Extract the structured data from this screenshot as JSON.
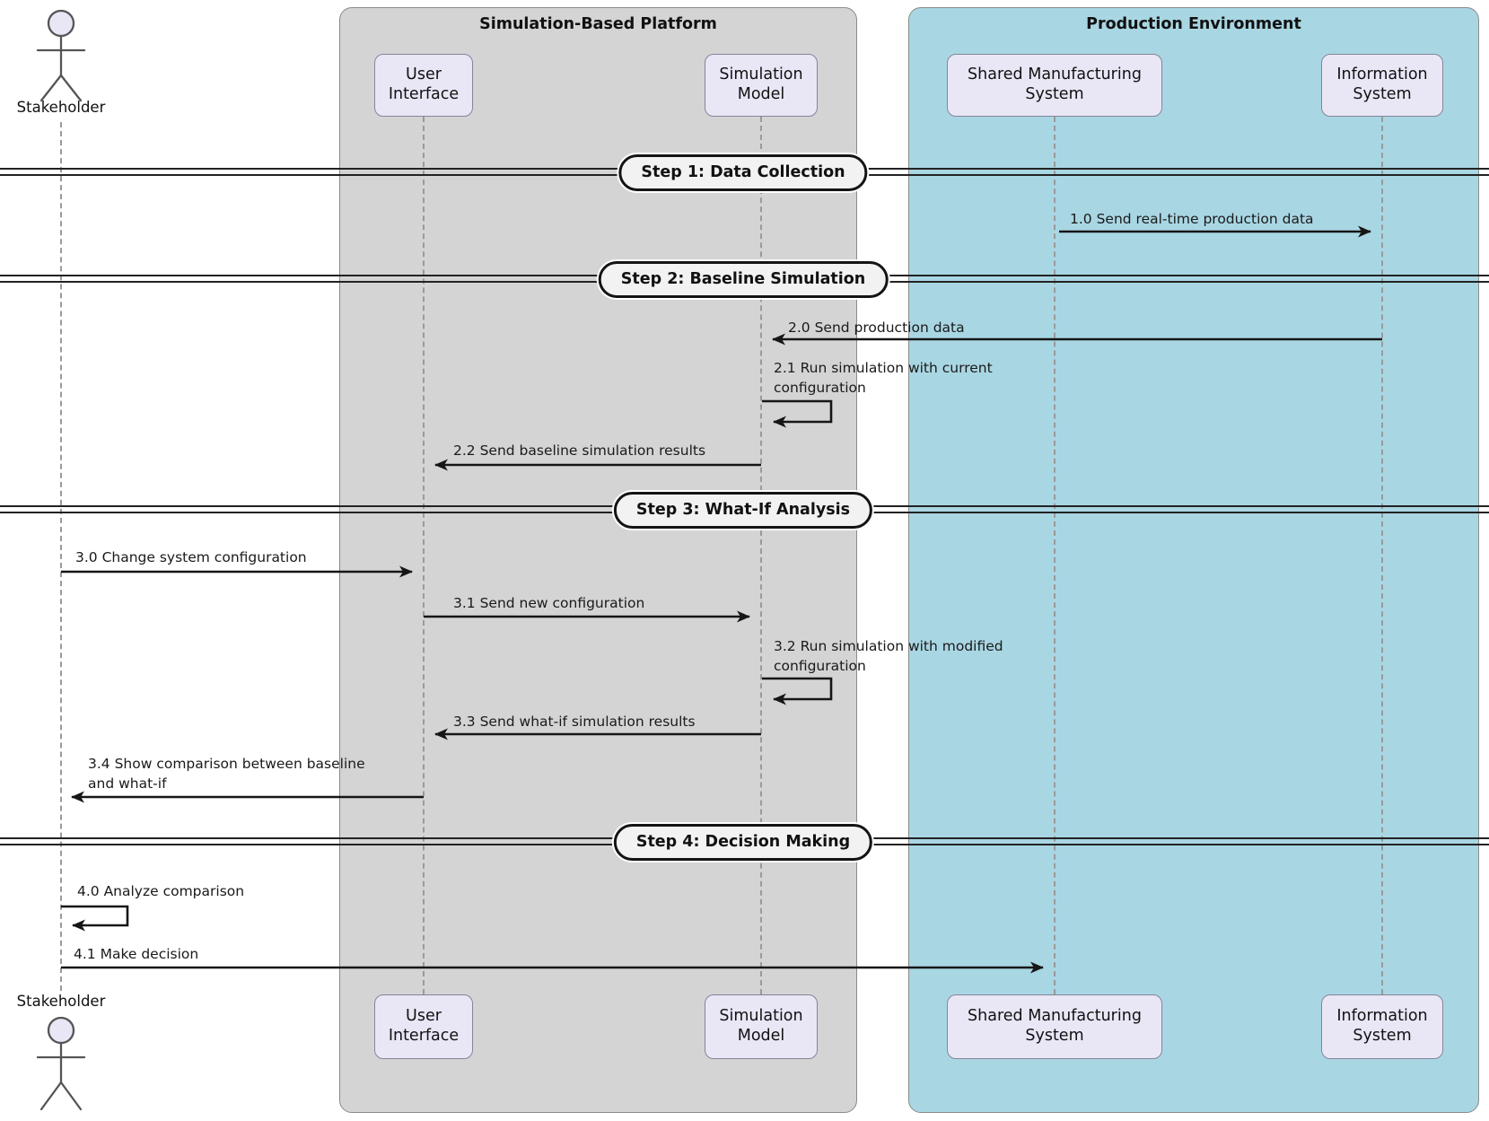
{
  "groups": {
    "platform": {
      "title": "Simulation-Based Platform"
    },
    "production": {
      "title": "Production Environment"
    }
  },
  "actor": {
    "label": "Stakeholder"
  },
  "participants": {
    "user_interface": {
      "label": "User\nInterface"
    },
    "simulation_model": {
      "label": "Simulation\nModel"
    },
    "shared_manufacturing_system": {
      "label": "Shared Manufacturing\nSystem"
    },
    "information_system": {
      "label": "Information\nSystem"
    }
  },
  "steps": {
    "step1": {
      "label": "Step 1: Data Collection"
    },
    "step2": {
      "label": "Step 2: Baseline Simulation"
    },
    "step3": {
      "label": "Step 3: What-If Analysis"
    },
    "step4": {
      "label": "Step 4: Decision Making"
    }
  },
  "messages": {
    "m1_0": {
      "label": "1.0 Send real-time production data",
      "from": "Shared Manufacturing System",
      "to": "Information System"
    },
    "m2_0": {
      "label": "2.0 Send production data",
      "from": "Information System",
      "to": "Simulation Model"
    },
    "m2_1": {
      "label": "2.1 Run simulation with current\nconfiguration",
      "from": "Simulation Model",
      "to": "Simulation Model"
    },
    "m2_2": {
      "label": "2.2 Send baseline simulation results",
      "from": "Simulation Model",
      "to": "User Interface"
    },
    "m3_0": {
      "label": "3.0 Change system configuration",
      "from": "Stakeholder",
      "to": "User Interface"
    },
    "m3_1": {
      "label": "3.1 Send new configuration",
      "from": "User Interface",
      "to": "Simulation Model"
    },
    "m3_2": {
      "label": "3.2 Run simulation with modified\nconfiguration",
      "from": "Simulation Model",
      "to": "Simulation Model"
    },
    "m3_3": {
      "label": "3.3 Send what-if simulation results",
      "from": "Simulation Model",
      "to": "User Interface"
    },
    "m3_4": {
      "label": "3.4 Show comparison between baseline\nand what-if",
      "from": "User Interface",
      "to": "Stakeholder"
    },
    "m4_0": {
      "label": "4.0 Analyze comparison",
      "from": "Stakeholder",
      "to": "Stakeholder"
    },
    "m4_1": {
      "label": "4.1 Make decision",
      "from": "Stakeholder",
      "to": "Shared Manufacturing System"
    }
  },
  "colors": {
    "platform_fill": "#d4d4d4",
    "production_fill": "#a9d6e3",
    "participant_fill": "#e9e7f6",
    "pill_fill": "#f2f2f2",
    "arrow": "#161616"
  }
}
